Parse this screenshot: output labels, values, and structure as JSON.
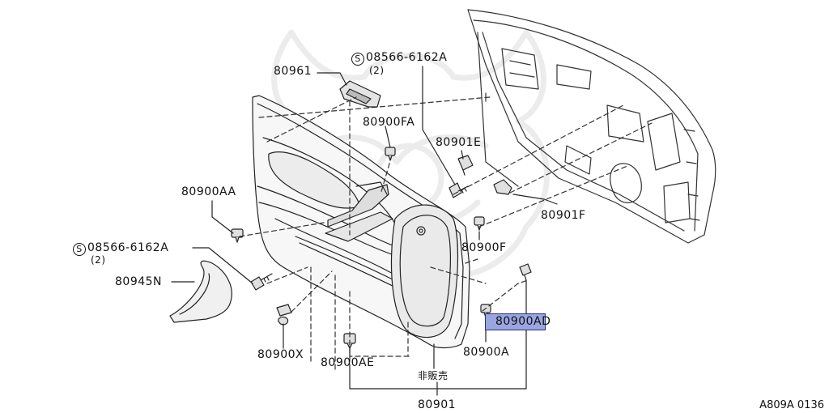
{
  "diagram": {
    "watermark_icon": "brand-watermark-icon",
    "callouts": {
      "p80961": "80961",
      "screw_top_code": "08566-6162A",
      "screw_top_qty": "(2)",
      "p80900FA": "80900FA",
      "p80901E": "80901E",
      "p80900AA": "80900AA",
      "p80901F": "80901F",
      "p80900F": "80900F",
      "screw_left_code": "08566-6162A",
      "screw_left_qty": "(2)",
      "p80945N": "80945N",
      "p80900AD": "80900AD",
      "p80900X": "80900X",
      "p80900AE": "80900AE",
      "p80900A": "80900A",
      "not_for_sale": "非販売",
      "p80901": "80901",
      "s_symbol": "S"
    },
    "figure_code": "A809A 0136",
    "highlight_color": "#9aa6e0"
  }
}
